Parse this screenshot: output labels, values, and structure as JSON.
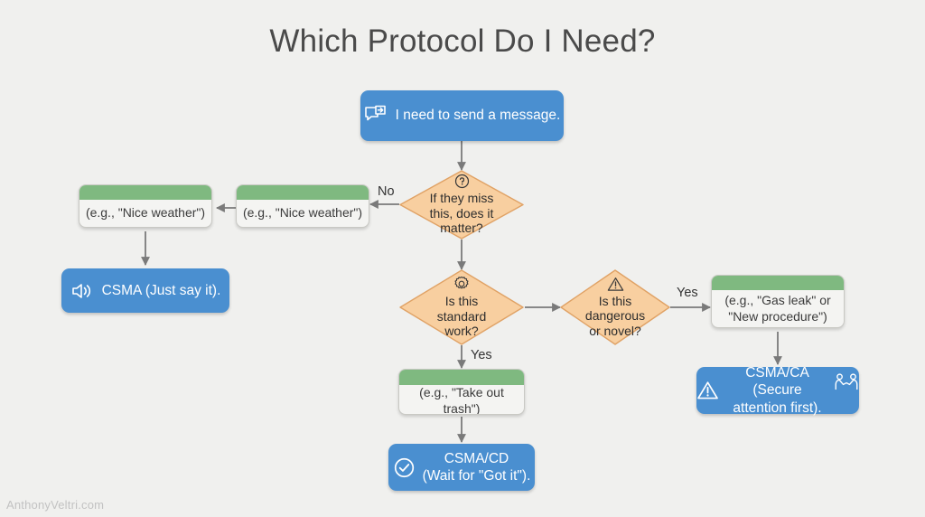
{
  "slide": {
    "title": "Which Protocol Do I Need?",
    "watermark": "AnthonyVeltri.com",
    "background_color": "#f0f0ee"
  },
  "colors": {
    "blue": "#4a8fd0",
    "green_header": "#7fb980",
    "box_body": "#f4f4f2",
    "orange": "#f8cfa0",
    "orange_border": "#e0a265",
    "connector": "#7a7a7a",
    "title_text": "#4a4a4a",
    "watermark_text": "#c2c2c2"
  },
  "chart_data": {
    "type": "diagram",
    "title": "Which Protocol Do I Need?",
    "nodes": [
      {
        "id": "start",
        "kind": "action",
        "shape": "rounded-rect",
        "color": "#4a8fd0",
        "icon": "message-send-icon",
        "label": "I need to send a message."
      },
      {
        "id": "q-matter",
        "kind": "decision",
        "shape": "diamond",
        "color": "#f8cfa0",
        "icon": "question-mark-icon",
        "label": "If they miss\nthis, does it\nmatter?"
      },
      {
        "id": "ex-nice-1",
        "kind": "example",
        "shape": "header-rect",
        "color": "#7fb980",
        "icon": "none",
        "label": "(e.g., \"Nice weather\")"
      },
      {
        "id": "ex-nice-2",
        "kind": "example",
        "shape": "header-rect",
        "color": "#7fb980",
        "icon": "none",
        "label": "(e.g., \"Nice weather\")"
      },
      {
        "id": "csma",
        "kind": "action",
        "shape": "rounded-rect",
        "color": "#4a8fd0",
        "icon": "speaker-icon",
        "label": "CSMA (Just say it)."
      },
      {
        "id": "q-standard",
        "kind": "decision",
        "shape": "diamond",
        "color": "#f8cfa0",
        "icon": "gear-icon",
        "label": "Is this\nstandard\nwork?"
      },
      {
        "id": "q-dangerous",
        "kind": "decision",
        "shape": "diamond",
        "color": "#f8cfa0",
        "icon": "warning-icon",
        "label": "Is this\ndangerous\nor novel?"
      },
      {
        "id": "ex-gas-leak",
        "kind": "example",
        "shape": "header-rect",
        "color": "#7fb980",
        "icon": "none",
        "label": "(e.g., \"Gas leak\" or\n\"New procedure\")"
      },
      {
        "id": "csma-ca",
        "kind": "action",
        "shape": "rounded-rect",
        "color": "#4a8fd0",
        "icon": "warning-icon",
        "label": "CSMA/CA\n(Secure attention first)."
      },
      {
        "id": "ex-trash",
        "kind": "example",
        "shape": "header-rect",
        "color": "#7fb980",
        "icon": "none",
        "label": "(e.g., \"Take out trash\")"
      },
      {
        "id": "csma-cd",
        "kind": "action",
        "shape": "rounded-rect",
        "color": "#4a8fd0",
        "icon": "check-circle-icon",
        "label": "CSMA/CD\n(Wait for \"Got it\")."
      }
    ],
    "edges": [
      {
        "from": "start",
        "to": "q-matter",
        "label": ""
      },
      {
        "from": "q-matter",
        "to": "ex-nice-2",
        "label": "No"
      },
      {
        "from": "ex-nice-2",
        "to": "ex-nice-1",
        "label": ""
      },
      {
        "from": "ex-nice-1",
        "to": "csma",
        "label": ""
      },
      {
        "from": "q-matter",
        "to": "q-standard",
        "label": ""
      },
      {
        "from": "q-standard",
        "to": "q-dangerous",
        "label": ""
      },
      {
        "from": "q-standard",
        "to": "ex-trash",
        "label": "Yes"
      },
      {
        "from": "q-dangerous",
        "to": "ex-gas-leak",
        "label": "Yes"
      },
      {
        "from": "ex-gas-leak",
        "to": "csma-ca",
        "label": ""
      },
      {
        "from": "ex-trash",
        "to": "csma-cd",
        "label": ""
      }
    ]
  },
  "nodes": {
    "start": {
      "label": "I need to send a message."
    },
    "q_matter": {
      "label": "If they miss\nthis, does it\nmatter?"
    },
    "ex_nice_1": {
      "label": "(e.g., \"Nice weather\")"
    },
    "ex_nice_2": {
      "label": "(e.g., \"Nice weather\")"
    },
    "csma": {
      "label": "CSMA (Just say it)."
    },
    "q_standard": {
      "label": "Is this\nstandard\nwork?"
    },
    "q_dangerous": {
      "label": "Is this\ndangerous\nor novel?"
    },
    "ex_gas_leak": {
      "label": "(e.g., \"Gas leak\" or\n\"New procedure\")"
    },
    "csma_ca": {
      "label": "CSMA/CA\n(Secure attention first)."
    },
    "ex_trash": {
      "label": "(e.g., \"Take out trash\")"
    },
    "csma_cd": {
      "label": "CSMA/CD\n(Wait for \"Got it\")."
    }
  },
  "edge_labels": {
    "no_matter": "No",
    "yes_standard": "Yes",
    "yes_dangerous": "Yes"
  }
}
